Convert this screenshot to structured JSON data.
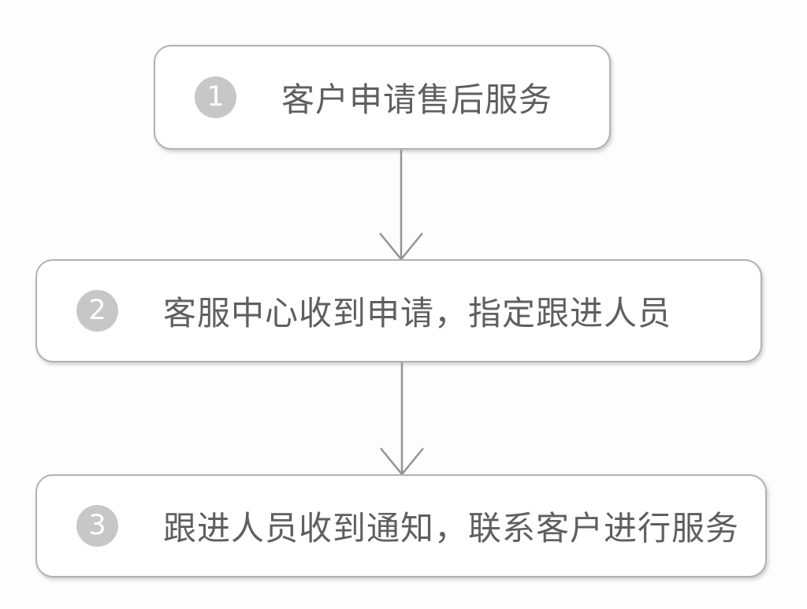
{
  "diagram": {
    "type": "flowchart",
    "orientation": "vertical",
    "steps": [
      {
        "number": "1",
        "label": "客户申请售后服务"
      },
      {
        "number": "2",
        "label": "客服中心收到申请，指定跟进人员"
      },
      {
        "number": "3",
        "label": "跟进人员收到通知，联系客户进行服务"
      }
    ],
    "connectors": [
      {
        "from": "1",
        "to": "2",
        "style": "arrow-down"
      },
      {
        "from": "2",
        "to": "3",
        "style": "arrow-down"
      }
    ],
    "colors": {
      "background": "#fdfdfd",
      "box_background": "#ffffff",
      "box_border": "#b1b1b1",
      "badge_fill": "#c7c7c7",
      "badge_text": "#ffffff",
      "label_text": "#5f5f5f",
      "arrow": "#949494"
    }
  }
}
